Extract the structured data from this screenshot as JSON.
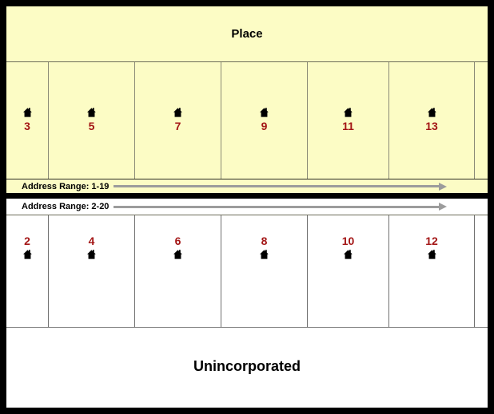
{
  "place": {
    "label": "Place"
  },
  "unincorporated": {
    "label": "Unincorporated"
  },
  "street": {
    "odd_side_range_label": "Address Range: 1-19",
    "even_side_range_label": "Address Range: 2-20",
    "arrow_direction": "right"
  },
  "lots": {
    "odd": [
      "3",
      "5",
      "7",
      "9",
      "11",
      "13"
    ],
    "even": [
      "2",
      "4",
      "6",
      "8",
      "10",
      "12"
    ]
  },
  "icons": {
    "house": "house-icon",
    "arrow": "right-arrow-icon"
  },
  "colors": {
    "place_fill": "#FCFCC5",
    "unincorporated_fill": "#FFFFFF",
    "lot_number_text": "#A31515",
    "arrow_gray": "#9C9C9C",
    "parcel_border": "#8A8A76",
    "street_line": "#000000",
    "frame_border": "#000000"
  }
}
